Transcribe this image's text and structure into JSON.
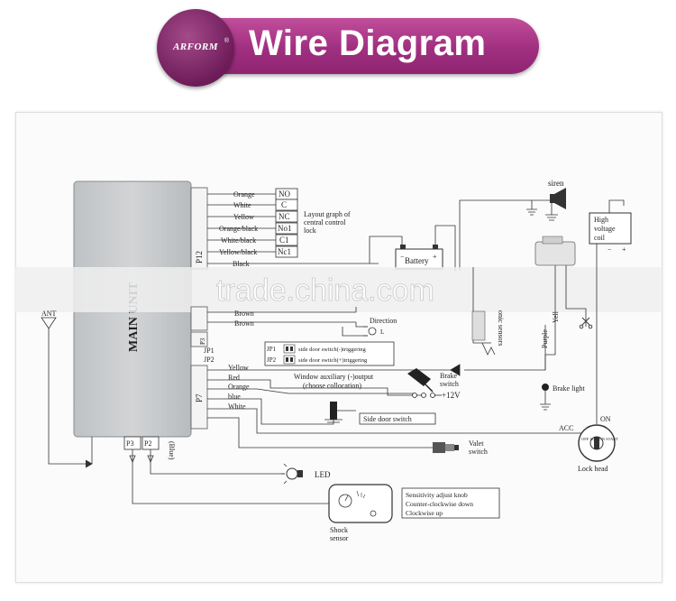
{
  "header": {
    "brand": "ARFORM",
    "brand_mark": "®",
    "title": "Wire Diagram"
  },
  "main_unit": {
    "label": "MAIN UNIT",
    "connectors": {
      "p12": "P12",
      "p8": "P8",
      "p7": "P7",
      "p3": "P3",
      "p2": "P2",
      "jp1": "JP1",
      "jp2": "JP2"
    }
  },
  "p12_wires": [
    {
      "color": "Orange",
      "term": "NO"
    },
    {
      "color": "White",
      "term": "C"
    },
    {
      "color": "Yellow",
      "term": "NC"
    },
    {
      "color": "Orange/black",
      "term": "No1"
    },
    {
      "color": "White/black",
      "term": "C1"
    },
    {
      "color": "Yellow/black",
      "term": "Nc1"
    },
    {
      "color": "Black",
      "term": ""
    }
  ],
  "lock_note": {
    "line1": "Layout graph of",
    "line2": "central control",
    "line3": "lock"
  },
  "battery": {
    "label": "Battery",
    "minus": "−",
    "plus": "+"
  },
  "siren": {
    "label": "siren"
  },
  "coil": {
    "line1": "High",
    "line2": "voltage",
    "line3": "coil",
    "minus": "−",
    "plus": "+"
  },
  "p8_wires": [
    "Brown",
    "Brown"
  ],
  "direction": {
    "label": "Direction",
    "mark": "L"
  },
  "ultrasonic": {
    "label": "onic sensors"
  },
  "jp": [
    {
      "id": "JP1",
      "label": "side door switch(-)triggering"
    },
    {
      "id": "JP2",
      "label": "side door switch(+)triggering"
    }
  ],
  "p7_wires": [
    "Yellow",
    "Red",
    "Orange",
    "blue",
    "White"
  ],
  "window": {
    "line1": "Window auxiliary (-)output",
    "line2": "(choose collocation)"
  },
  "brake_switch": {
    "line1": "Brake",
    "line2": "switch",
    "supply": "+12V"
  },
  "brake_light": {
    "label": "Brake light"
  },
  "side_door": {
    "label": "Side door switch"
  },
  "lock_head": {
    "label": "Lock head",
    "acc": "ACC",
    "on": "ON",
    "dial": "OFF ACC ON START"
  },
  "right_wires": {
    "purple": "Purple",
    "yellow": "Yell"
  },
  "valet": {
    "line1": "Valet",
    "line2": "switch"
  },
  "led": {
    "label": "LED"
  },
  "antenna": {
    "label": "ANT"
  },
  "blue_wire": {
    "label": "(Blue)"
  },
  "shock": {
    "line1": "Shock",
    "line2": "sensor"
  },
  "sensitivity": {
    "line1": "Sensitivity adjust knob",
    "line2": "Counter-clockwise down",
    "line3": "Clockwise up"
  },
  "watermark": "trade.china.com"
}
